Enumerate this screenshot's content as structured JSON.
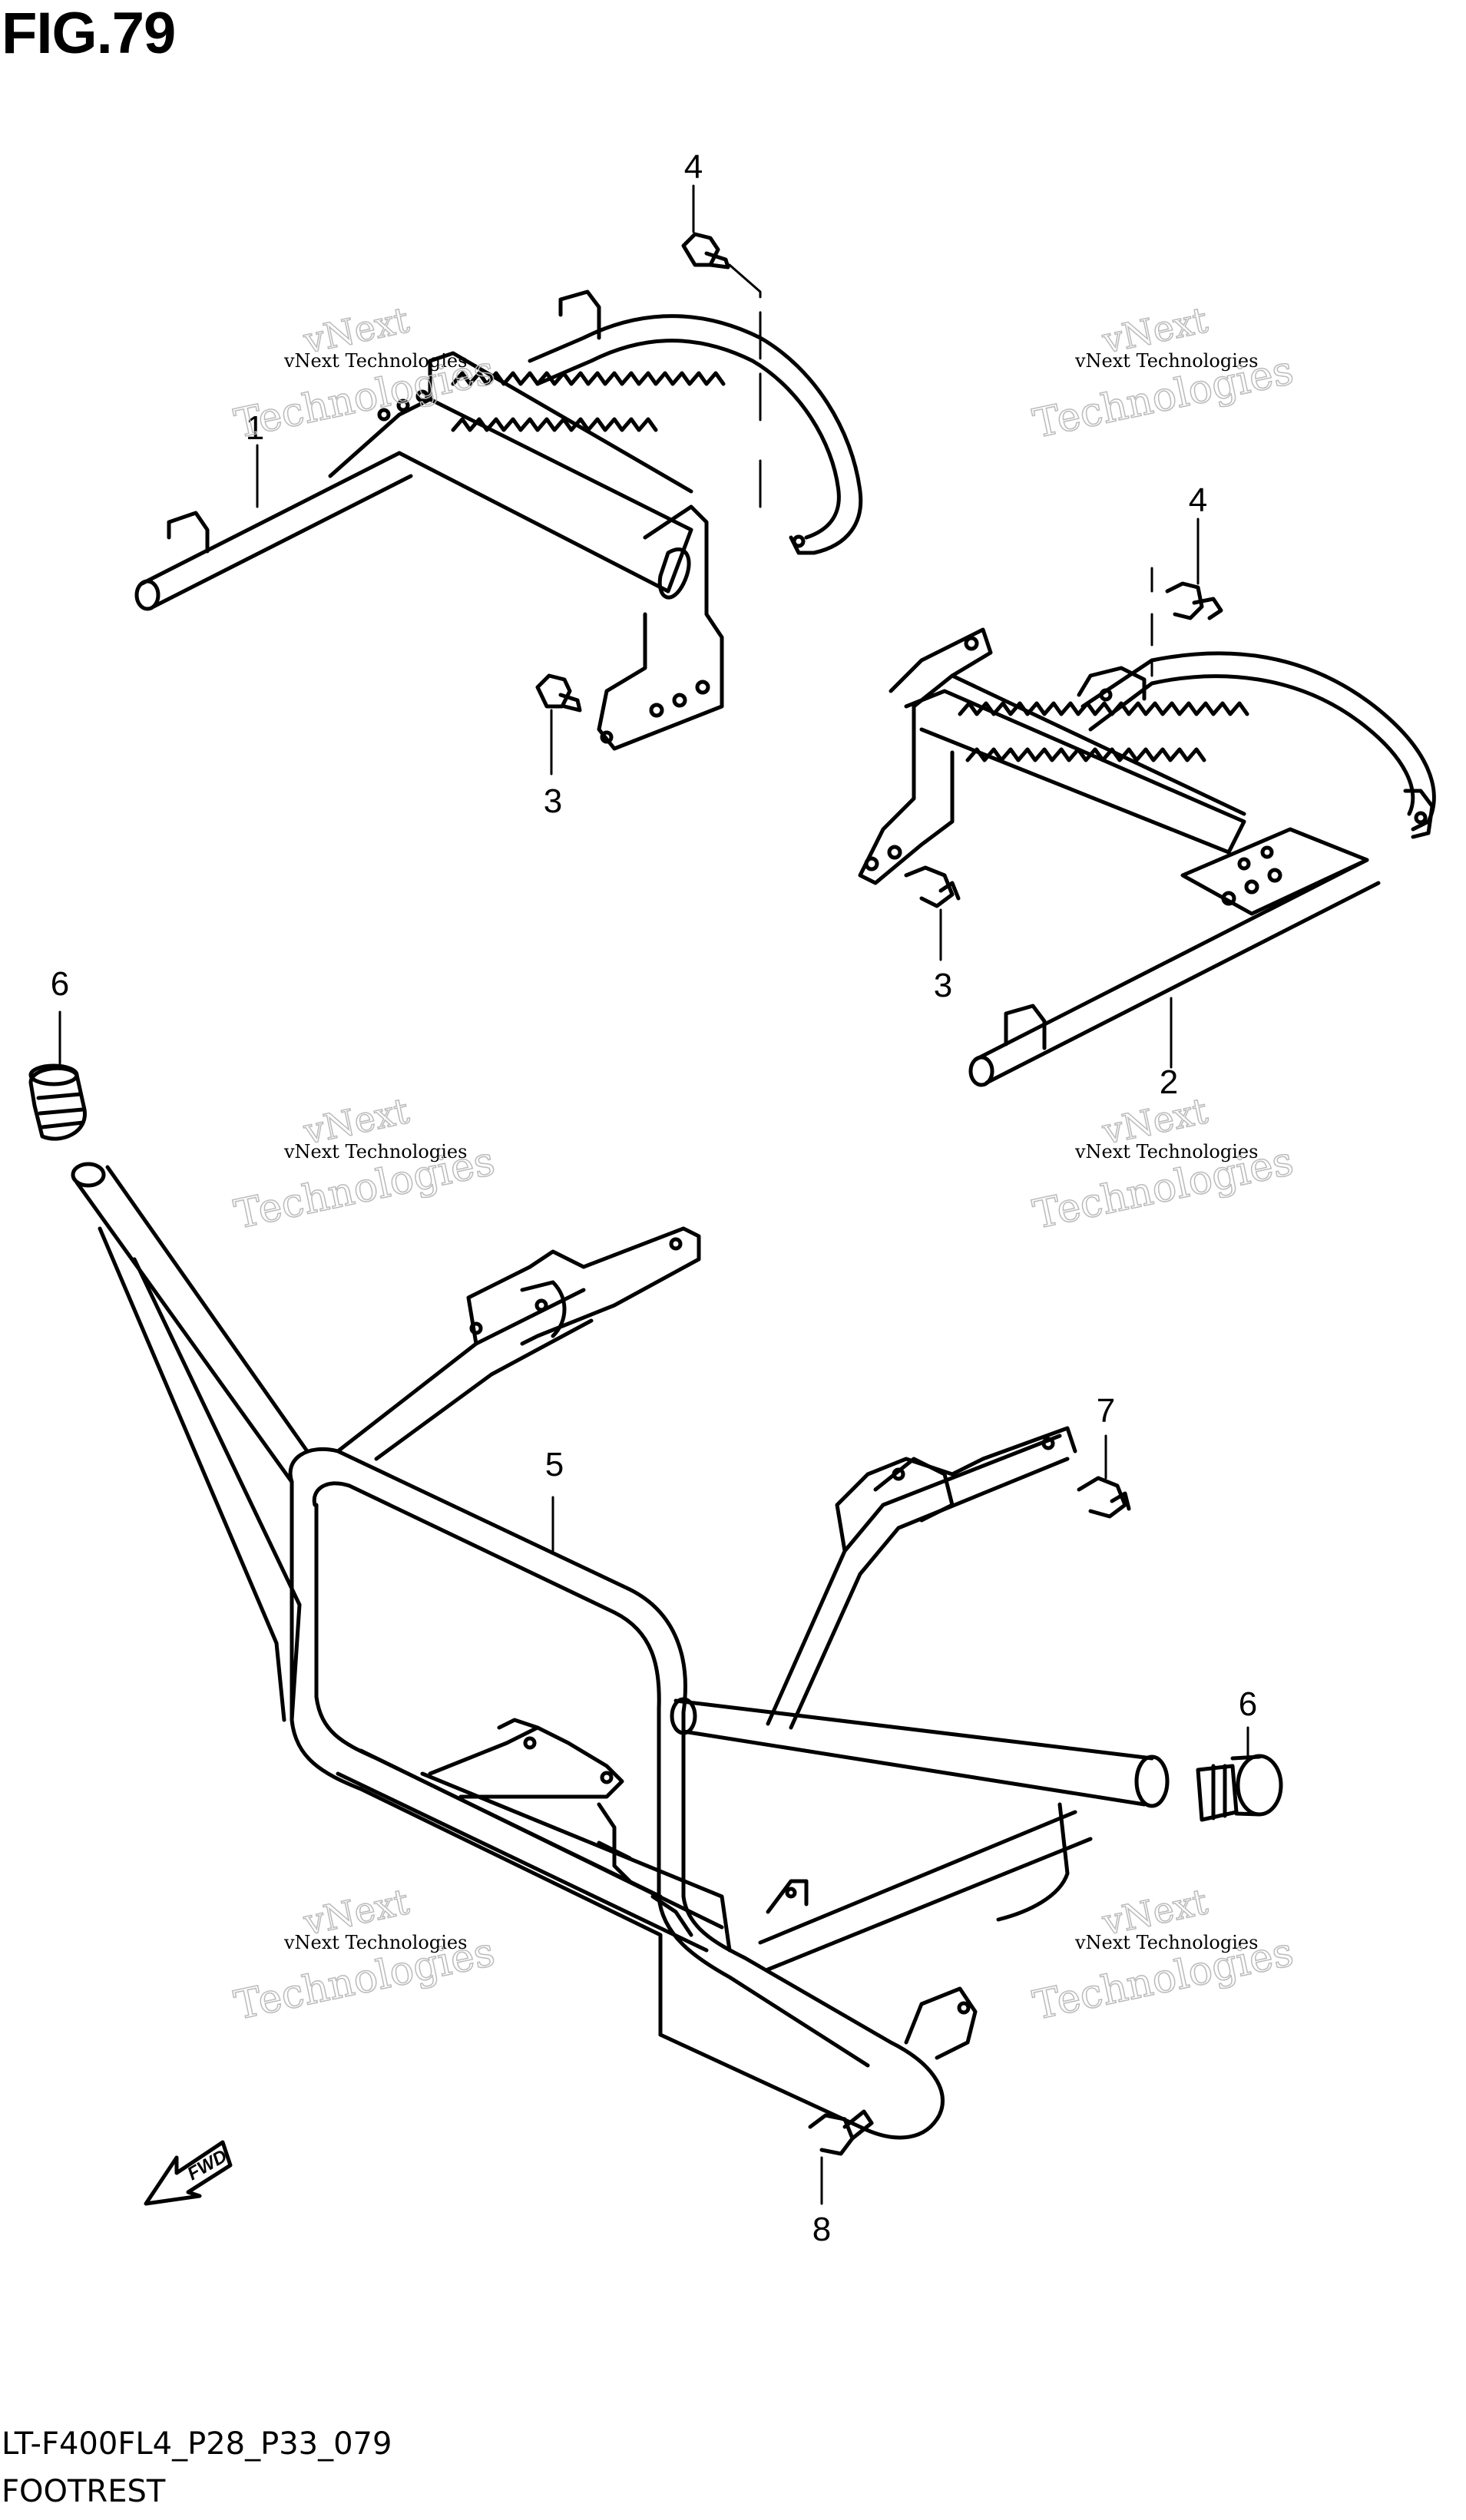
{
  "figure": {
    "title": "FIG.79",
    "drawing_code": "LT-F400FL4_P28_P33_079",
    "name": "FOOTREST"
  },
  "watermark": {
    "line1": "vNext Technologies",
    "line2": "vNext",
    "line3": "Technologies"
  },
  "fwd_label": "FWD",
  "callouts": [
    {
      "id": "callout-4-left",
      "label": "4"
    },
    {
      "id": "callout-1",
      "label": "1"
    },
    {
      "id": "callout-3-left",
      "label": "3"
    },
    {
      "id": "callout-4-right",
      "label": "4"
    },
    {
      "id": "callout-3-right",
      "label": "3"
    },
    {
      "id": "callout-2",
      "label": "2"
    },
    {
      "id": "callout-6-left",
      "label": "6"
    },
    {
      "id": "callout-5",
      "label": "5"
    },
    {
      "id": "callout-7",
      "label": "7"
    },
    {
      "id": "callout-6-right",
      "label": "6"
    },
    {
      "id": "callout-8",
      "label": "8"
    }
  ]
}
